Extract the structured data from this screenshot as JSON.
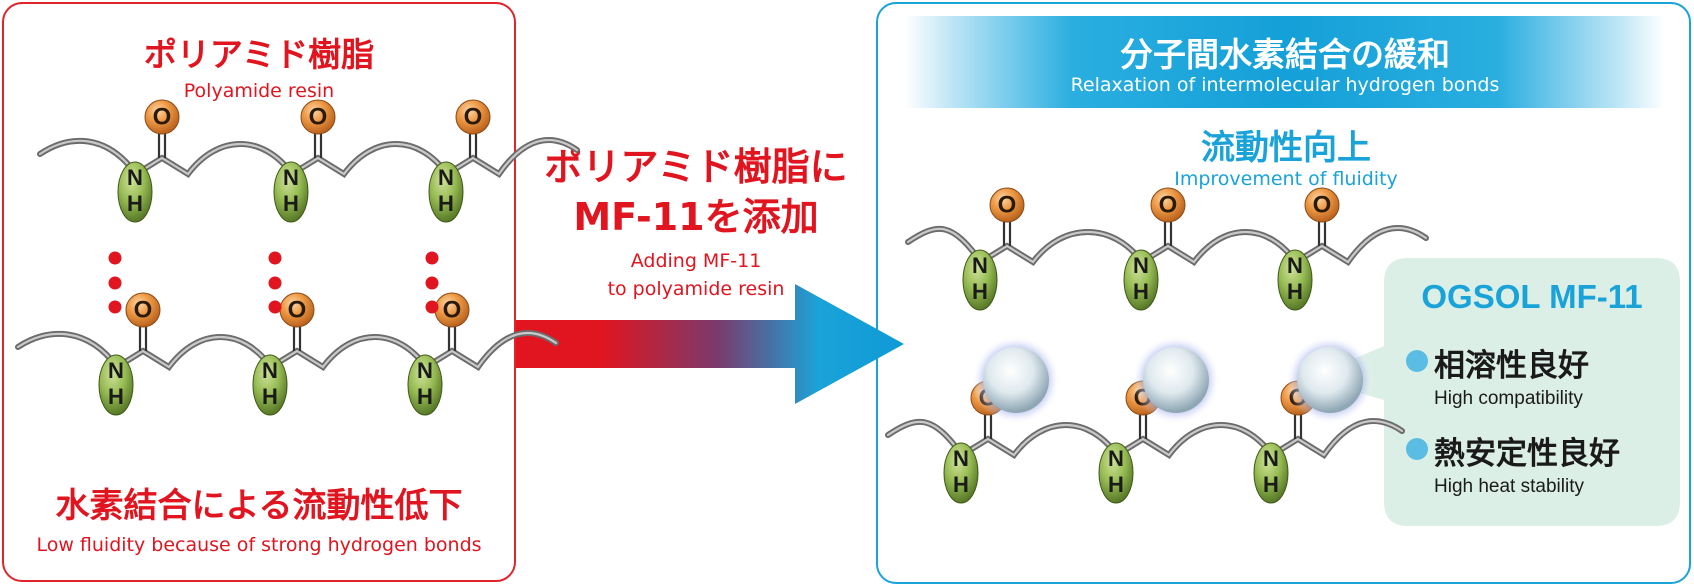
{
  "left": {
    "title_ja": "ポリアミド樹脂",
    "title_en": "Polyamide resin",
    "caption_ja": "水素結合による流動性低下",
    "caption_en": "Low fluidity because of strong hydrogen bonds"
  },
  "middle": {
    "title_ja_line1": "ポリアミド樹脂に",
    "title_ja_line2": "MF-11を添加",
    "en_line1": "Adding MF-11",
    "en_line2": "to polyamide resin"
  },
  "right": {
    "banner_ja": "分子間水素結合の緩和",
    "banner_en": "Relaxation of  intermolecular hydrogen bonds",
    "sub_ja": "流動性向上",
    "sub_en": "Improvement of fluidity",
    "callout": {
      "title": "OGSOL MF-11",
      "items": [
        {
          "ja": "相溶性良好",
          "en": "High compatibility"
        },
        {
          "ja": "熱安定性良好",
          "en": "High heat stability"
        }
      ]
    }
  },
  "atoms": {
    "oxygen": "O",
    "nitrogen": "N",
    "hydrogen": "H"
  },
  "colors": {
    "red": "#e0151f",
    "blue": "#1aa3d8",
    "oxygen": "#e8923a",
    "amide": "#8fb54a",
    "callout_bg": "#dcefe6"
  }
}
